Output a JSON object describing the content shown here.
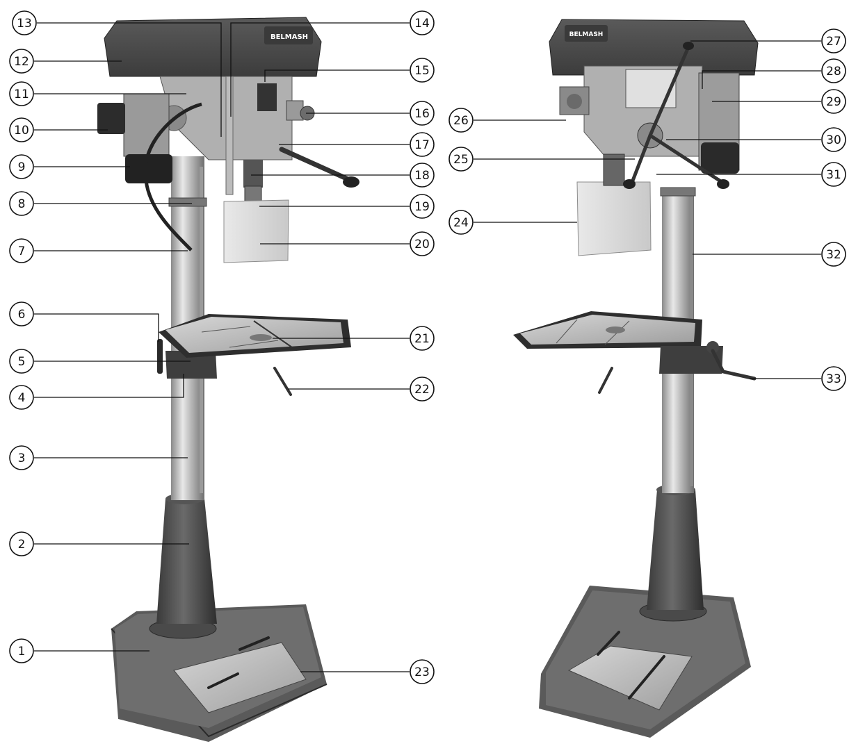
{
  "brand_text": "BELMASH",
  "callouts": [
    {
      "id": "1",
      "label": "1"
    },
    {
      "id": "2",
      "label": "2"
    },
    {
      "id": "3",
      "label": "3"
    },
    {
      "id": "4",
      "label": "4"
    },
    {
      "id": "5",
      "label": "5"
    },
    {
      "id": "6",
      "label": "6"
    },
    {
      "id": "7",
      "label": "7"
    },
    {
      "id": "8",
      "label": "8"
    },
    {
      "id": "9",
      "label": "9"
    },
    {
      "id": "10",
      "label": "10"
    },
    {
      "id": "11",
      "label": "11"
    },
    {
      "id": "12",
      "label": "12"
    },
    {
      "id": "13",
      "label": "13"
    },
    {
      "id": "14",
      "label": "14"
    },
    {
      "id": "15",
      "label": "15"
    },
    {
      "id": "16",
      "label": "16"
    },
    {
      "id": "17",
      "label": "17"
    },
    {
      "id": "18",
      "label": "18"
    },
    {
      "id": "19",
      "label": "19"
    },
    {
      "id": "20",
      "label": "20"
    },
    {
      "id": "21",
      "label": "21"
    },
    {
      "id": "22",
      "label": "22"
    },
    {
      "id": "23",
      "label": "23"
    },
    {
      "id": "24",
      "label": "24"
    },
    {
      "id": "25",
      "label": "25"
    },
    {
      "id": "26",
      "label": "26"
    },
    {
      "id": "27",
      "label": "27"
    },
    {
      "id": "28",
      "label": "28"
    },
    {
      "id": "29",
      "label": "29"
    },
    {
      "id": "30",
      "label": "30"
    },
    {
      "id": "31",
      "label": "31"
    },
    {
      "id": "32",
      "label": "32"
    },
    {
      "id": "33",
      "label": "33"
    }
  ]
}
